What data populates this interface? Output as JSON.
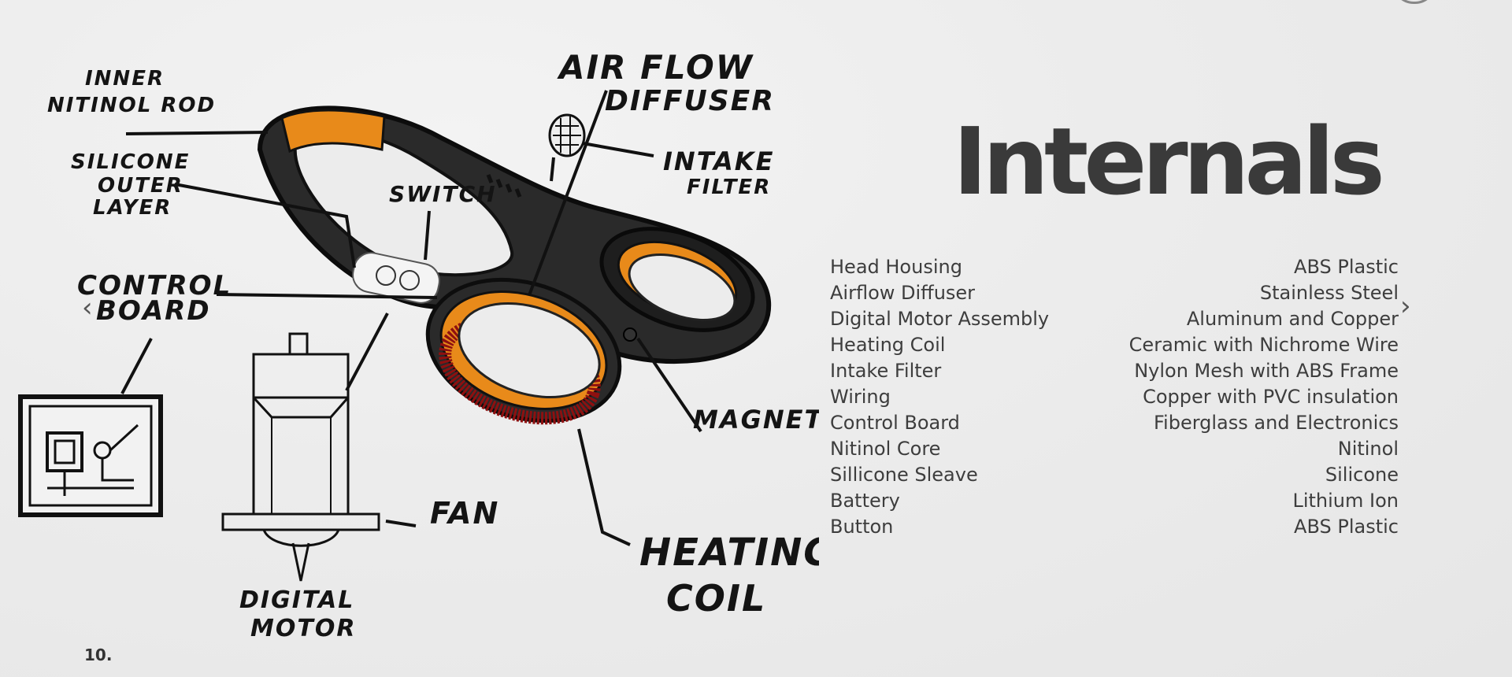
{
  "slide": {
    "title": "Internals",
    "page_number": "10.",
    "nav": {
      "prev_icon": "chevron-left-icon",
      "next_icon": "chevron-right-icon"
    }
  },
  "sketch_labels": {
    "inner_rod_1": "INNER",
    "inner_rod_2": "NITINOL ROD",
    "silicone_1": "SILICONE",
    "silicone_2": "OUTER",
    "silicone_3": "LAYER",
    "switch": "SWITCH",
    "control_1": "CONTROL",
    "control_2": "BOARD",
    "airflow_1": "AIR FLOW",
    "airflow_2": "DIFFUSER",
    "intake_1": "INTAKE",
    "intake_2": "FILTER",
    "magnet": "MAGNET",
    "fan": "FAN",
    "motor_1": "DIGITAL",
    "motor_2": "MOTOR",
    "coil_1": "HEATING",
    "coil_2": "COIL"
  },
  "components": [
    {
      "part": "Head Housing",
      "material": "ABS Plastic"
    },
    {
      "part": "Airflow Diffuser",
      "material": "Stainless Steel"
    },
    {
      "part": "Digital Motor Assembly",
      "material": "Aluminum and Copper"
    },
    {
      "part": "Heating Coil",
      "material": "Ceramic with Nichrome Wire"
    },
    {
      "part": "Intake Filter",
      "material": "Nylon Mesh with ABS Frame"
    },
    {
      "part": "Wiring",
      "material": "Copper with PVC insulation"
    },
    {
      "part": "Control Board",
      "material": "Fiberglass and Electronics"
    },
    {
      "part": "Nitinol Core",
      "material": "Nitinol"
    },
    {
      "part": "Sillicone Sleave",
      "material": "Silicone"
    },
    {
      "part": "Battery",
      "material": "Lithium Ion"
    },
    {
      "part": "Button",
      "material": "ABS Plastic"
    }
  ],
  "colors": {
    "accent_orange": "#e88a1a",
    "body_dark": "#262626",
    "coil_red": "#8e1010",
    "text": "#3d3d3d"
  }
}
